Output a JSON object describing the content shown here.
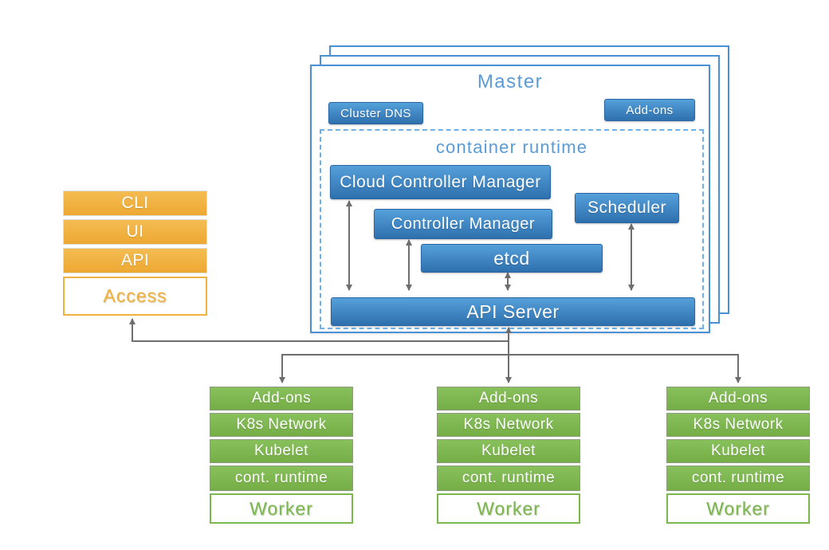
{
  "master": {
    "title": "Master",
    "cluster_dns_label": "Cluster DNS",
    "addons_label": "Add-ons",
    "container_runtime_title": "container runtime",
    "components": {
      "cloud_controller_manager": "Cloud Controller Manager",
      "controller_manager": "Controller Manager",
      "scheduler": "Scheduler",
      "etcd": "etcd",
      "api_server": "API Server"
    }
  },
  "access_stack": {
    "items": [
      "CLI",
      "UI",
      "API"
    ],
    "base_label": "Access"
  },
  "workers": [
    {
      "items": [
        "Add-ons",
        "K8s Network",
        "Kubelet",
        "cont. runtime"
      ],
      "base_label": "Worker"
    },
    {
      "items": [
        "Add-ons",
        "K8s Network",
        "Kubelet",
        "cont. runtime"
      ],
      "base_label": "Worker"
    },
    {
      "items": [
        "Add-ons",
        "K8s Network",
        "Kubelet",
        "cont. runtime"
      ],
      "base_label": "Worker"
    }
  ],
  "colors": {
    "blue_top": "#55a0da",
    "blue_bottom": "#2e70ae",
    "master_border": "#4a90d5",
    "label_blue": "#5b9bd5",
    "orange": "#f0b13e",
    "green": "#7cb74e",
    "arrow_gray": "#6e6e6e"
  }
}
